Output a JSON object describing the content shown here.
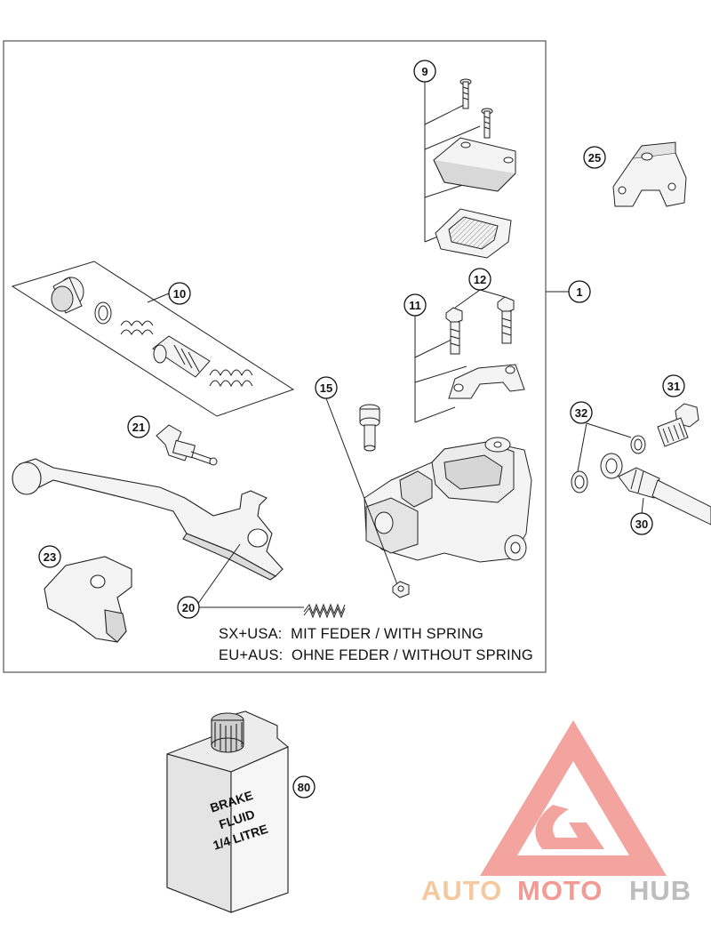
{
  "callouts": {
    "c1": "1",
    "c9": "9",
    "c10": "10",
    "c11": "11",
    "c12": "12",
    "c15": "15",
    "c20": "20",
    "c21": "21",
    "c23": "23",
    "c25": "25",
    "c30": "30",
    "c31": "31",
    "c32": "32",
    "c80": "80"
  },
  "notes": {
    "line1": "SX+USA:  MIT FEDER / WITH SPRING",
    "line2": "EU+AUS:  OHNE FEDER / WITHOUT SPRING"
  },
  "bottle": {
    "line1": "BRAKE",
    "line2": "FLUID",
    "line3": "1/4 LITRE"
  },
  "logo": {
    "part1": "AUTO",
    "part2": "MOTO",
    "part3": "HUB",
    "color1": "#f5c9a0",
    "color2": "#f29a93",
    "color3": "#bdbdbd"
  },
  "colors": {
    "line": "#222222",
    "part_fill": "#f4f4f4",
    "part_shade": "#cfcfcf",
    "watermark": "#f29a93"
  }
}
